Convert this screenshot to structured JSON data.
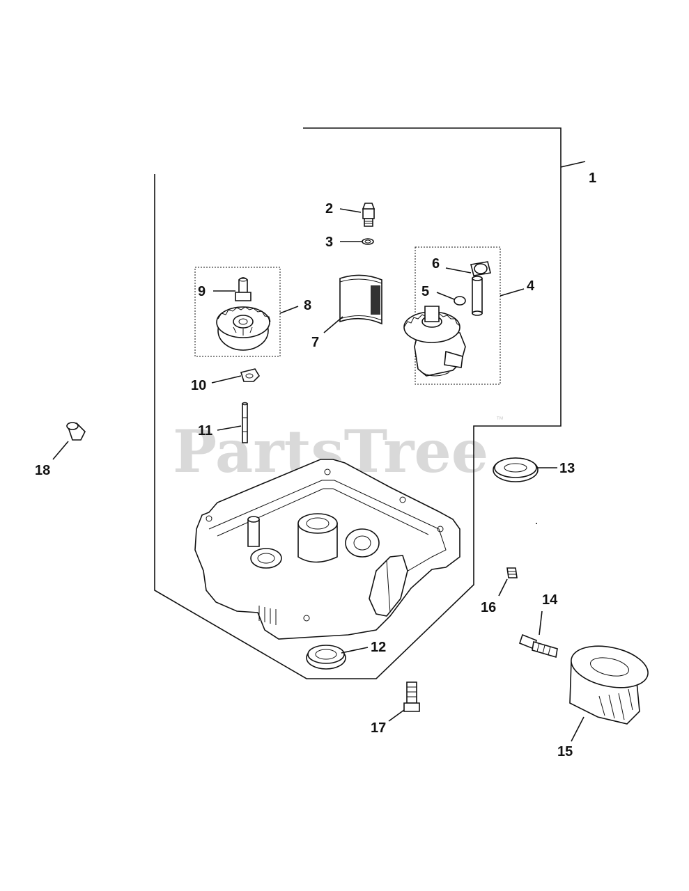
{
  "watermark": {
    "text": "PartsTree",
    "trademark": "™"
  },
  "callouts": [
    {
      "num": "1"
    },
    {
      "num": "2"
    },
    {
      "num": "3"
    },
    {
      "num": "4"
    },
    {
      "num": "5"
    },
    {
      "num": "6"
    },
    {
      "num": "7"
    },
    {
      "num": "8"
    },
    {
      "num": "9"
    },
    {
      "num": "10"
    },
    {
      "num": "11"
    },
    {
      "num": "12"
    },
    {
      "num": "13"
    },
    {
      "num": "14"
    },
    {
      "num": "15"
    },
    {
      "num": "16"
    },
    {
      "num": "17"
    },
    {
      "num": "18"
    }
  ],
  "parts": [
    {
      "name": "oil-pan-assembly"
    },
    {
      "name": "plug"
    },
    {
      "name": "washer"
    },
    {
      "name": "oil-pump-assembly"
    },
    {
      "name": "o-ring"
    },
    {
      "name": "pickup"
    },
    {
      "name": "bearing"
    },
    {
      "name": "governor-gear-assembly"
    },
    {
      "name": "regulating-pin"
    },
    {
      "name": "thrust-washer"
    },
    {
      "name": "shaft"
    },
    {
      "name": "oil-seal"
    },
    {
      "name": "shim"
    },
    {
      "name": "nipple"
    },
    {
      "name": "oil-filter"
    },
    {
      "name": "plug-small"
    },
    {
      "name": "screw"
    },
    {
      "name": "drain-plug"
    }
  ]
}
